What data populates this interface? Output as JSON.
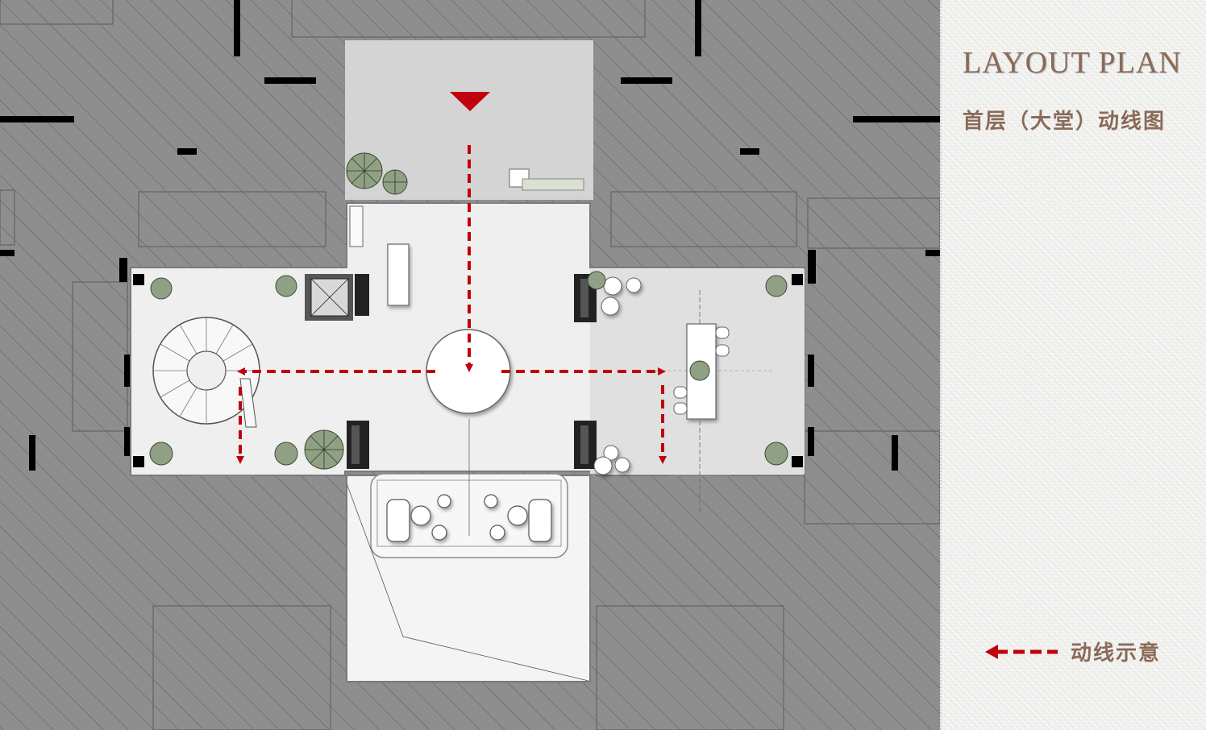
{
  "title": "LAYOUT PLAN",
  "subtitle": "首层（大堂）动线图",
  "legend": {
    "label": "动线示意",
    "arrow_color": "#c0000c"
  },
  "colors": {
    "wall_hatch_background": "#8e8e8e",
    "floor_light": "#efefef",
    "floor_grey": "#e3e3e3",
    "title_brown": "#8a6a58",
    "route_red": "#c0000c"
  },
  "icons": [
    "entrance-triangle-icon",
    "spiral-staircase",
    "round-table",
    "tree-icon",
    "armchair-icon"
  ]
}
